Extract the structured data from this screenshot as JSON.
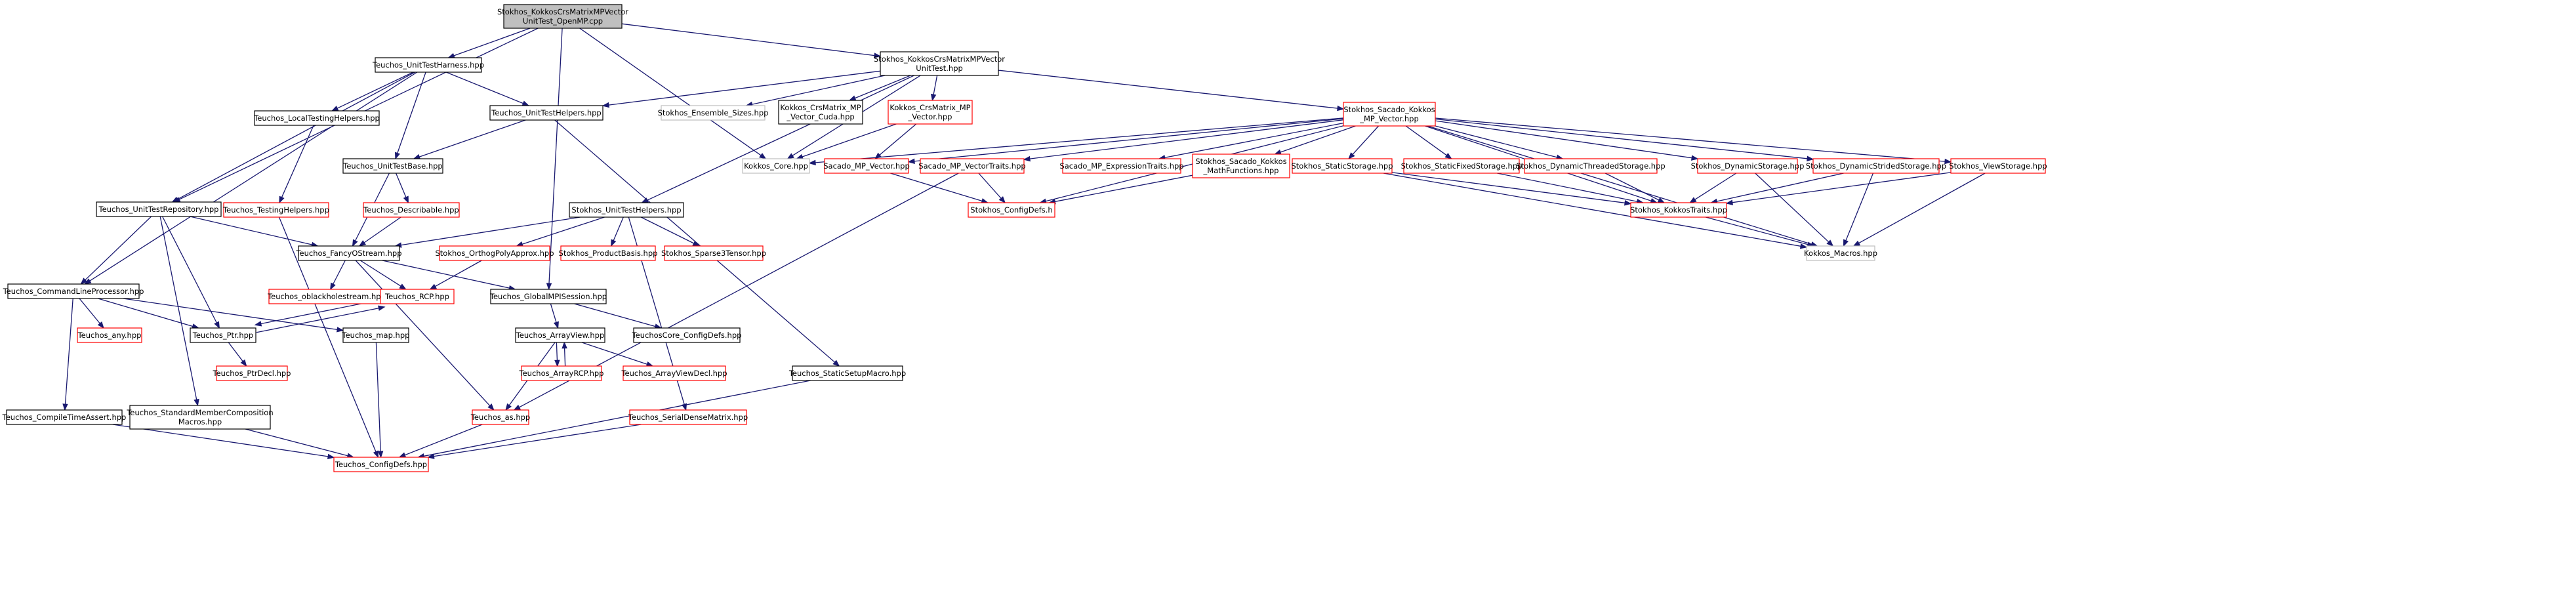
{
  "title": "Stokhos_KokkosCrsMatrixMPVectorUnitTest_OpenMP.cpp",
  "colors": {
    "root_fill": "#bfbfbf",
    "root_border": "#000000",
    "normal_border": "#000000",
    "truncated_border": "#ff0000",
    "external_border": "#bfbfbf",
    "edge": "#191970"
  },
  "nodes": [
    {
      "id": "n0",
      "lines": [
        "Stokhos_KokkosCrsMatrixMPVector",
        "UnitTest_OpenMP.cpp"
      ],
      "kind": "root"
    },
    {
      "id": "n1",
      "lines": [
        "Teuchos_UnitTestHarness.hpp"
      ],
      "kind": "normal"
    },
    {
      "id": "n2",
      "lines": [
        "Stokhos_KokkosCrsMatrixMPVector",
        "UnitTest.hpp"
      ],
      "kind": "normal"
    },
    {
      "id": "n3",
      "lines": [
        "Teuchos_LocalTestingHelpers.hpp"
      ],
      "kind": "normal"
    },
    {
      "id": "n4",
      "lines": [
        "Teuchos_UnitTestHelpers.hpp"
      ],
      "kind": "normal"
    },
    {
      "id": "n5",
      "lines": [
        "Stokhos_Ensemble_Sizes.hpp"
      ],
      "kind": "external"
    },
    {
      "id": "n6",
      "lines": [
        "Kokkos_CrsMatrix_MP",
        "_Vector_Cuda.hpp"
      ],
      "kind": "normal"
    },
    {
      "id": "n7",
      "lines": [
        "Kokkos_CrsMatrix_MP",
        "_Vector.hpp"
      ],
      "kind": "truncated"
    },
    {
      "id": "n8",
      "lines": [
        "Stokhos_Sacado_Kokkos",
        "_MP_Vector.hpp"
      ],
      "kind": "truncated"
    },
    {
      "id": "n9",
      "lines": [
        "Kokkos_Core.hpp"
      ],
      "kind": "external"
    },
    {
      "id": "n10",
      "lines": [
        "Teuchos_UnitTestBase.hpp"
      ],
      "kind": "normal"
    },
    {
      "id": "n11",
      "lines": [
        "Teuchos_TestingHelpers.hpp"
      ],
      "kind": "truncated"
    },
    {
      "id": "n12",
      "lines": [
        "Teuchos_Describable.hpp"
      ],
      "kind": "truncated"
    },
    {
      "id": "n13",
      "lines": [
        "Teuchos_UnitTestRepository.hpp"
      ],
      "kind": "normal"
    },
    {
      "id": "n14",
      "lines": [
        "Stokhos_UnitTestHelpers.hpp"
      ],
      "kind": "normal"
    },
    {
      "id": "n15",
      "lines": [
        "Sacado_MP_Vector.hpp"
      ],
      "kind": "truncated"
    },
    {
      "id": "n16",
      "lines": [
        "Sacado_MP_VectorTraits.hpp"
      ],
      "kind": "truncated"
    },
    {
      "id": "n17",
      "lines": [
        "Sacado_MP_ExpressionTraits.hpp"
      ],
      "kind": "truncated"
    },
    {
      "id": "n18",
      "lines": [
        "Stokhos_Sacado_Kokkos",
        "_MathFunctions.hpp"
      ],
      "kind": "truncated"
    },
    {
      "id": "n19",
      "lines": [
        "Stokhos_StaticStorage.hpp"
      ],
      "kind": "truncated"
    },
    {
      "id": "n20",
      "lines": [
        "Stokhos_StaticFixedStorage.hpp"
      ],
      "kind": "truncated"
    },
    {
      "id": "n21",
      "lines": [
        "Stokhos_DynamicThreadedStorage.hpp"
      ],
      "kind": "truncated"
    },
    {
      "id": "n22",
      "lines": [
        "Stokhos_DynamicStorage.hpp"
      ],
      "kind": "truncated"
    },
    {
      "id": "n23",
      "lines": [
        "Stokhos_DynamicStridedStorage.hpp"
      ],
      "kind": "truncated"
    },
    {
      "id": "n24",
      "lines": [
        "Stokhos_ViewStorage.hpp"
      ],
      "kind": "truncated"
    },
    {
      "id": "n25",
      "lines": [
        "Teuchos_FancyOStream.hpp"
      ],
      "kind": "normal"
    },
    {
      "id": "n26",
      "lines": [
        "Stokhos_OrthogPolyApprox.hpp"
      ],
      "kind": "truncated"
    },
    {
      "id": "n27",
      "lines": [
        "Stokhos_ProductBasis.hpp"
      ],
      "kind": "truncated"
    },
    {
      "id": "n28",
      "lines": [
        "Stokhos_Sparse3Tensor.hpp"
      ],
      "kind": "truncated"
    },
    {
      "id": "n29",
      "lines": [
        "Stokhos_ConfigDefs.h"
      ],
      "kind": "truncated"
    },
    {
      "id": "n30",
      "lines": [
        "Stokhos_KokkosTraits.hpp"
      ],
      "kind": "truncated"
    },
    {
      "id": "n31",
      "lines": [
        "Kokkos_Macros.hpp"
      ],
      "kind": "external"
    },
    {
      "id": "n32",
      "lines": [
        "Teuchos_CommandLineProcessor.hpp"
      ],
      "kind": "normal"
    },
    {
      "id": "n33",
      "lines": [
        "Teuchos_oblackholestream.hpp"
      ],
      "kind": "truncated"
    },
    {
      "id": "n34",
      "lines": [
        "Teuchos_RCP.hpp"
      ],
      "kind": "truncated"
    },
    {
      "id": "n35",
      "lines": [
        "Teuchos_GlobalMPISession.hpp"
      ],
      "kind": "normal"
    },
    {
      "id": "n36",
      "lines": [
        "Teuchos_any.hpp"
      ],
      "kind": "truncated"
    },
    {
      "id": "n37",
      "lines": [
        "Teuchos_Ptr.hpp"
      ],
      "kind": "normal"
    },
    {
      "id": "n38",
      "lines": [
        "Teuchos_map.hpp"
      ],
      "kind": "normal"
    },
    {
      "id": "n39",
      "lines": [
        "Teuchos_ArrayView.hpp"
      ],
      "kind": "normal"
    },
    {
      "id": "n40",
      "lines": [
        "TeuchosCore_ConfigDefs.hpp"
      ],
      "kind": "normal"
    },
    {
      "id": "n41",
      "lines": [
        "Teuchos_PtrDecl.hpp"
      ],
      "kind": "truncated"
    },
    {
      "id": "n42",
      "lines": [
        "Teuchos_ArrayRCP.hpp"
      ],
      "kind": "truncated"
    },
    {
      "id": "n43",
      "lines": [
        "Teuchos_ArrayViewDecl.hpp"
      ],
      "kind": "truncated"
    },
    {
      "id": "n44",
      "lines": [
        "Teuchos_StaticSetupMacro.hpp"
      ],
      "kind": "normal"
    },
    {
      "id": "n45",
      "lines": [
        "Teuchos_CompileTimeAssert.hpp"
      ],
      "kind": "normal"
    },
    {
      "id": "n46",
      "lines": [
        "Teuchos_StandardMemberComposition",
        "Macros.hpp"
      ],
      "kind": "normal"
    },
    {
      "id": "n47",
      "lines": [
        "Teuchos_as.hpp"
      ],
      "kind": "truncated"
    },
    {
      "id": "n48",
      "lines": [
        "Teuchos_SerialDenseMatrix.hpp"
      ],
      "kind": "truncated"
    },
    {
      "id": "n49",
      "lines": [
        "Teuchos_ConfigDefs.hpp"
      ],
      "kind": "truncated"
    }
  ],
  "edges": [
    [
      "n0",
      "n1"
    ],
    [
      "n0",
      "n2"
    ],
    [
      "n0",
      "n13"
    ],
    [
      "n0",
      "n9"
    ],
    [
      "n0",
      "n35"
    ],
    [
      "n1",
      "n3"
    ],
    [
      "n1",
      "n4"
    ],
    [
      "n1",
      "n10"
    ],
    [
      "n1",
      "n13"
    ],
    [
      "n1",
      "n32"
    ],
    [
      "n2",
      "n4"
    ],
    [
      "n2",
      "n5"
    ],
    [
      "n2",
      "n6"
    ],
    [
      "n2",
      "n7"
    ],
    [
      "n2",
      "n8"
    ],
    [
      "n2",
      "n9"
    ],
    [
      "n2",
      "n14"
    ],
    [
      "n3",
      "n11"
    ],
    [
      "n4",
      "n10"
    ],
    [
      "n4",
      "n44"
    ],
    [
      "n7",
      "n9"
    ],
    [
      "n7",
      "n15"
    ],
    [
      "n8",
      "n9"
    ],
    [
      "n8",
      "n15"
    ],
    [
      "n8",
      "n16"
    ],
    [
      "n8",
      "n17"
    ],
    [
      "n8",
      "n18"
    ],
    [
      "n8",
      "n19"
    ],
    [
      "n8",
      "n20"
    ],
    [
      "n8",
      "n21"
    ],
    [
      "n8",
      "n22"
    ],
    [
      "n8",
      "n23"
    ],
    [
      "n8",
      "n24"
    ],
    [
      "n8",
      "n29"
    ],
    [
      "n8",
      "n30"
    ],
    [
      "n8",
      "n31"
    ],
    [
      "n10",
      "n12"
    ],
    [
      "n10",
      "n25"
    ],
    [
      "n11",
      "n49"
    ],
    [
      "n12",
      "n25"
    ],
    [
      "n13",
      "n25"
    ],
    [
      "n13",
      "n32"
    ],
    [
      "n13",
      "n37"
    ],
    [
      "n13",
      "n46"
    ],
    [
      "n14",
      "n25"
    ],
    [
      "n14",
      "n26"
    ],
    [
      "n14",
      "n27"
    ],
    [
      "n14",
      "n28"
    ],
    [
      "n14",
      "n48"
    ],
    [
      "n15",
      "n29"
    ],
    [
      "n16",
      "n29"
    ],
    [
      "n16",
      "n47"
    ],
    [
      "n18",
      "n29"
    ],
    [
      "n19",
      "n30"
    ],
    [
      "n19",
      "n31"
    ],
    [
      "n20",
      "n30"
    ],
    [
      "n21",
      "n30"
    ],
    [
      "n22",
      "n30"
    ],
    [
      "n22",
      "n31"
    ],
    [
      "n23",
      "n30"
    ],
    [
      "n23",
      "n31"
    ],
    [
      "n24",
      "n30"
    ],
    [
      "n24",
      "n31"
    ],
    [
      "n25",
      "n33"
    ],
    [
      "n25",
      "n34"
    ],
    [
      "n25",
      "n35"
    ],
    [
      "n25",
      "n47"
    ],
    [
      "n26",
      "n34"
    ],
    [
      "n30",
      "n31"
    ],
    [
      "n32",
      "n36"
    ],
    [
      "n32",
      "n37"
    ],
    [
      "n32",
      "n38"
    ],
    [
      "n32",
      "n45"
    ],
    [
      "n34",
      "n37"
    ],
    [
      "n35",
      "n39"
    ],
    [
      "n35",
      "n40"
    ],
    [
      "n37",
      "n34"
    ],
    [
      "n37",
      "n41"
    ],
    [
      "n38",
      "n49"
    ],
    [
      "n39",
      "n42"
    ],
    [
      "n39",
      "n43"
    ],
    [
      "n39",
      "n47"
    ],
    [
      "n42",
      "n39"
    ],
    [
      "n44",
      "n49"
    ],
    [
      "n45",
      "n49"
    ],
    [
      "n46",
      "n49"
    ],
    [
      "n47",
      "n49"
    ],
    [
      "n48",
      "n49"
    ]
  ]
}
